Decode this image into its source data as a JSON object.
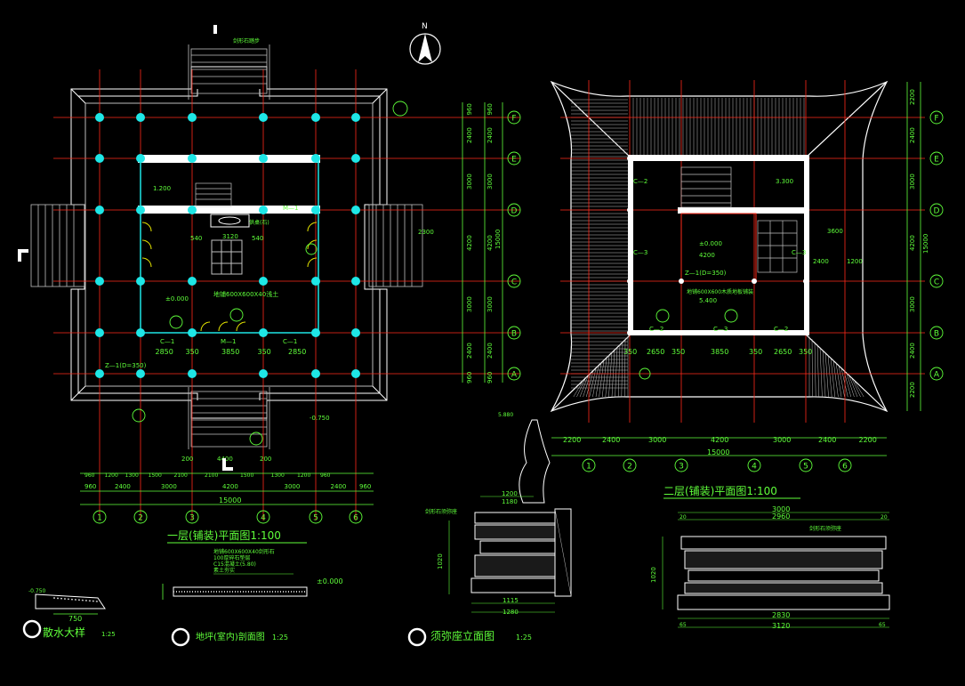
{
  "colors": {
    "background": "#000000",
    "axis": "#ff2a1a",
    "dimension": "#5fff3a",
    "wall": "#ffffff",
    "column": "#1ee6e6",
    "door": "#e6e600",
    "stair": "#c0c0c0"
  },
  "north": {
    "label": "N"
  },
  "plan1": {
    "title": "一层(铺装)平面图1:100",
    "grid_cols": [
      "1",
      "2",
      "3",
      "4",
      "5",
      "6"
    ],
    "grid_rows": [
      "A",
      "B",
      "C",
      "D",
      "E",
      "F"
    ],
    "dims_top_row": [
      "960",
      "2400",
      "3000",
      "4200",
      "3000",
      "2400",
      "960"
    ],
    "dims_mid_row": [
      "960",
      "1200",
      "1300",
      "1500",
      "2100",
      "2100",
      "1500",
      "1300",
      "1200",
      "960"
    ],
    "dims_total": "15000",
    "dims_lower": [
      "2850",
      "350",
      "3850",
      "350",
      "2850"
    ],
    "right_dims": [
      "960",
      "2400",
      "3000",
      "4200",
      "3000",
      "2400",
      "960"
    ],
    "right_total": "15000",
    "lbl_door_m1": "M—1",
    "lbl_window_c1": "C—1",
    "lbl_elev_0": "±0.000",
    "lbl_elev_neg": "-0.750",
    "lbl_floor": "地铺600X600X40浅土",
    "lbl_z1": "Z—1(D=350)",
    "lbl_1200": "1.200",
    "lbl_2400": "2400",
    "lbl_3120": "3120",
    "lbl_540a": "540",
    "lbl_540b": "540",
    "lbl_2300": "2300",
    "lbl_4400": "4400",
    "lbl_200": "200",
    "lbl_stair_top": "剑形石踏步",
    "lbl_altar": "供桌(石)"
  },
  "plan2": {
    "title": "二层(铺装)平面图1:100",
    "grid_cols": [
      "1",
      "2",
      "3",
      "4",
      "5",
      "6"
    ],
    "grid_rows": [
      "A",
      "B",
      "C",
      "D",
      "E",
      "F"
    ],
    "dims_bottom": [
      "2200",
      "2400",
      "3000",
      "4200",
      "3000",
      "2400",
      "2200"
    ],
    "dims_total": "15000",
    "dims_inner": [
      "350",
      "2650",
      "350",
      "3850",
      "350",
      "2650",
      "350"
    ],
    "right_dims": [
      "2200",
      "2400",
      "3000",
      "4200",
      "3000",
      "2400",
      "2200"
    ],
    "right_total": "15000",
    "lbl_c2": "C—2",
    "lbl_c3": "C—3",
    "lbl_elev_3300": "3.300",
    "lbl_elev_5400": "5.400",
    "lbl_elev_0": "±0.000",
    "lbl_4200": "4200",
    "lbl_3600": "3600",
    "lbl_2400": "2400",
    "lbl_1200": "1200",
    "lbl_z1": "Z—1(D=350)",
    "lbl_floor": "地铺600X600木质地板铺装"
  },
  "details": {
    "d1_title": "散水大样",
    "d1_scale": "1:25",
    "d1_dim": "750",
    "d1_elev": "-0.750",
    "d2_title": "地坪(室内)剖面图",
    "d2_scale": "1:25",
    "d2_layers": [
      "地铺600X600X40剑形石",
      "100厚碎石垫层",
      "C15混凝土(5.80)",
      "素土夯实"
    ],
    "d2_elev": "±0.000",
    "d3_title": "须弥座立面图",
    "d3_scale": "1:25",
    "d3_top_elev": "5.880",
    "d3_dims": [
      "1200",
      "1180",
      "1115",
      "1280"
    ],
    "d3_height": "1020",
    "d3_note": "剑形石须弥座",
    "d4_dims": [
      "3000",
      "2960",
      "2830",
      "3120"
    ],
    "d4_edge": [
      "20",
      "20",
      "65",
      "65"
    ],
    "d4_height": "1020",
    "d4_note": "剑形石须弥座"
  }
}
